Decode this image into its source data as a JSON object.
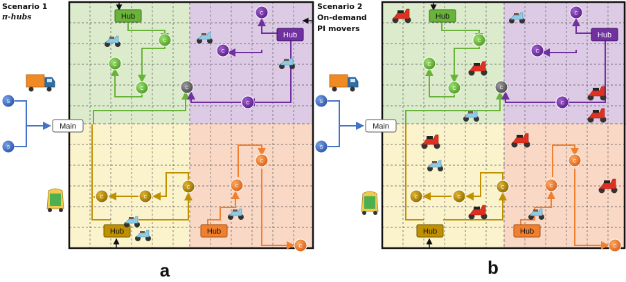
{
  "scenario1": {
    "title": "Scenario 1",
    "subtitle": "π-hubs"
  },
  "scenario2": {
    "title": "Scenario 2",
    "line2": "On-demand",
    "line3": "PI movers"
  },
  "labels": {
    "main": "Main",
    "hub": "Hub",
    "customer": "C",
    "supplier": "S"
  },
  "panels": {
    "a": "a",
    "b": "b"
  },
  "colors": {
    "green_zone": "#dcebcc",
    "purple_zone": "#ddcbe6",
    "yellow_zone": "#fbf3cc",
    "orange_zone": "#fad8c6",
    "green": "#6ab33b",
    "purple": "#7030a0",
    "gold": "#bf9000",
    "orange": "#f08030",
    "blue": "#4472c4",
    "scooter_blue": "#8ecbe6",
    "scooter_red": "#e03020",
    "truck": "#f08a24"
  },
  "icons": [
    "truck-icon",
    "auto-rickshaw-icon",
    "scooter-icon",
    "red-scooter-icon"
  ]
}
